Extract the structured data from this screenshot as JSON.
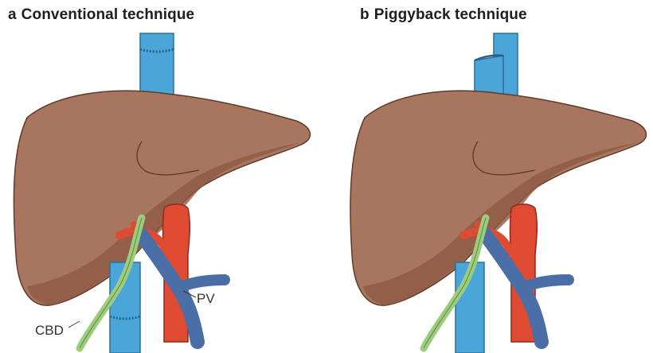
{
  "panels": [
    {
      "letter": "a",
      "title": "Conventional technique"
    },
    {
      "letter": "b",
      "title": "Piggyback technique"
    }
  ],
  "labels": {
    "pv": "PV",
    "cbd": "CBD"
  },
  "colors": {
    "liver": "#a8765f",
    "liver_underside": "#8d5a44",
    "vena_cava": "#4aa6d8",
    "aorta": "#de4a32",
    "portal_vein": "#4a6fa6",
    "bile_duct": "#9ccc7c"
  }
}
